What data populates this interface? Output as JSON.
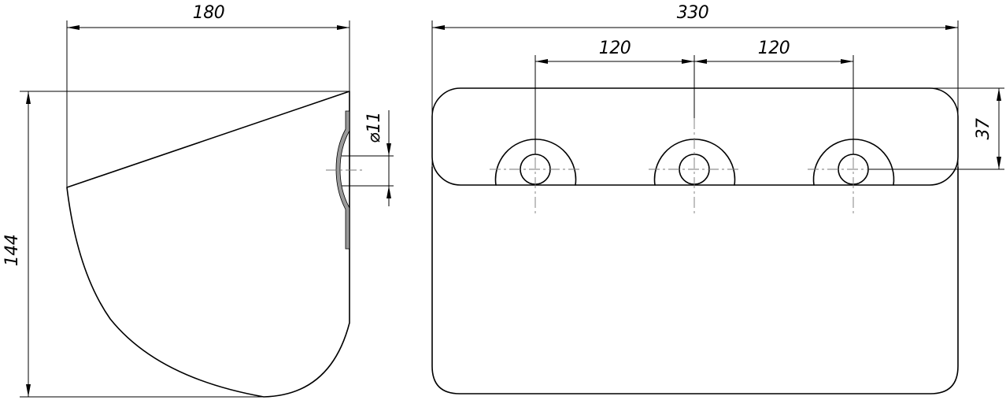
{
  "drawing": {
    "dimensions": {
      "side_width": "180",
      "side_height": "144",
      "hole_diameter": "⌀11",
      "overall_length": "330",
      "hole_pitch_left": "120",
      "hole_pitch_right": "120",
      "hole_offset": "37"
    }
  },
  "colors": {
    "line": "#000000",
    "centerline": "#777777",
    "section_fill": "#9a9a9a",
    "background": "#ffffff"
  }
}
